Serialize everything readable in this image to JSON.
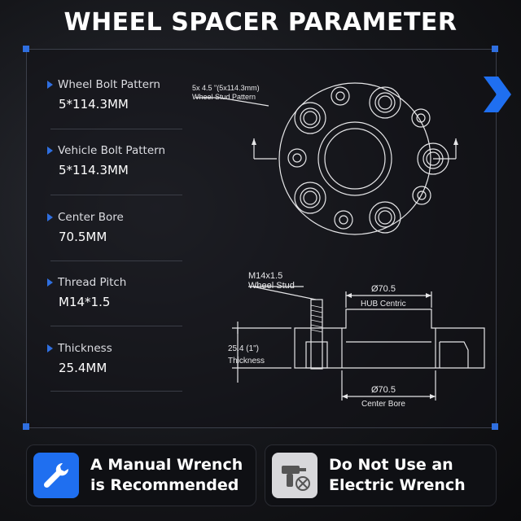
{
  "title": "WHEEL SPACER PARAMETER",
  "specs": [
    {
      "label": "Wheel Bolt Pattern",
      "value": "5*114.3MM"
    },
    {
      "label": "Vehicle Bolt Pattern",
      "value": "5*114.3MM"
    },
    {
      "label": "Center Bore",
      "value": "70.5MM"
    },
    {
      "label": "Thread Pitch",
      "value": "M14*1.5"
    },
    {
      "label": "Thickness",
      "value": "25.4MM"
    }
  ],
  "diagram": {
    "stud_pattern_line1": "5x 4.5 \"(5x114.3mm)",
    "stud_pattern_line2": "Wheel Stud  Pattern",
    "stud_label_line1": "M14x1.5",
    "stud_label_line2": "Wheel Stud",
    "hub_dim": "Ø70.5",
    "hub_label": "HUB Centric",
    "thickness_dim": "25.4 (1\")",
    "thickness_label": "Thickness",
    "bore_dim": "Ø70.5",
    "bore_label": "Center Bore"
  },
  "buttons": {
    "left_line1": "A Manual Wrench",
    "left_line2": "is Recommended",
    "right_line1": "Do Not Use an",
    "right_line2": "Electric Wrench"
  },
  "colors": {
    "accent": "#1f6ff0",
    "background": "#111216"
  },
  "icons": {
    "left": "wrench-icon",
    "right": "no-electric-drill-icon"
  }
}
